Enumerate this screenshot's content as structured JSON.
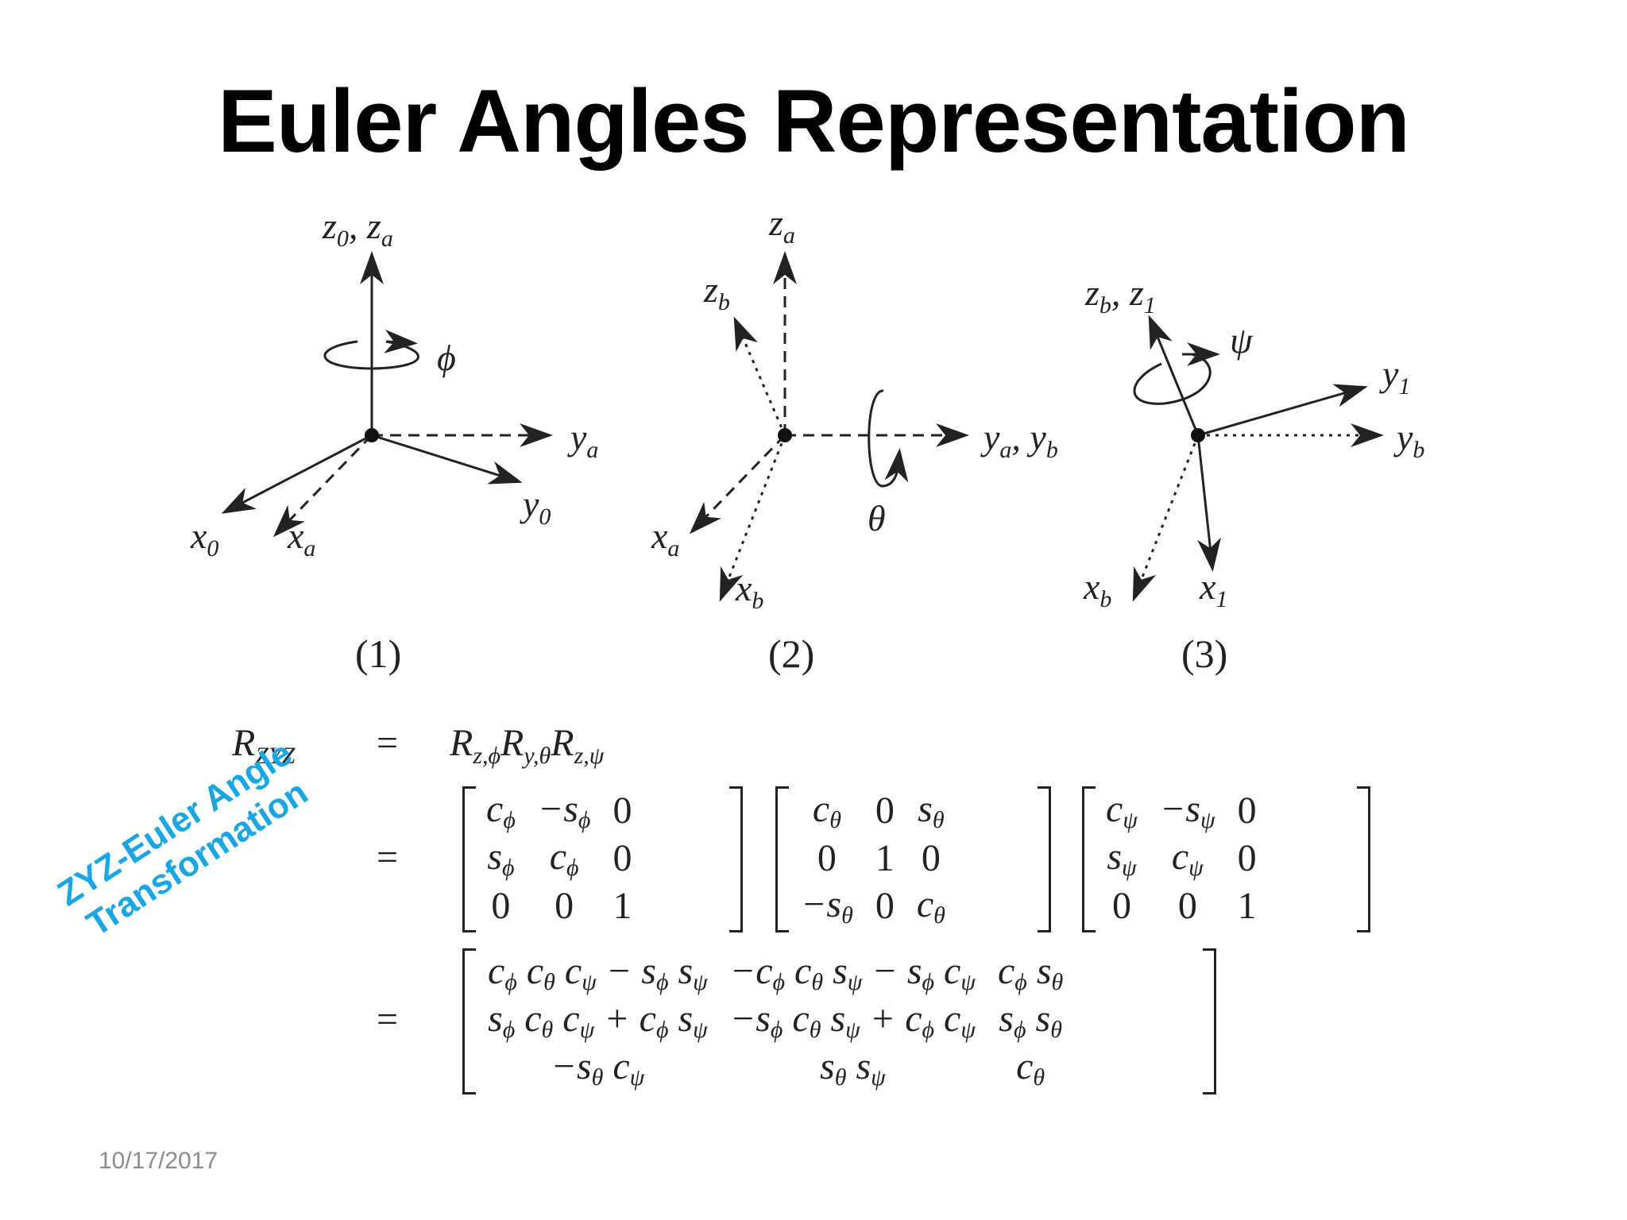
{
  "slide": {
    "title": "Euler Angles Representation",
    "date": "10/17/2017",
    "stamp_line1": "ZYZ-Euler Angle",
    "stamp_line2": "Transformation",
    "stamp_color": "#19a6e3"
  },
  "figures": {
    "fig1": {
      "caption": "(1)",
      "labels": {
        "z_top": "z",
        "z_top_sub": "0",
        "z_top2": "z",
        "z_top2_sub": "a",
        "angle": "ϕ",
        "y_a": "y",
        "y_a_sub": "a",
        "y_0": "y",
        "y_0_sub": "0",
        "x_0": "x",
        "x_0_sub": "0",
        "x_a": "x",
        "x_a_sub": "a"
      }
    },
    "fig2": {
      "caption": "(2)",
      "labels": {
        "z_a": "z",
        "z_a_sub": "a",
        "z_b": "z",
        "z_b_sub": "b",
        "y_ab": "y",
        "y_ab_sub1": "a",
        "y_ab_sub2": "b",
        "angle": "θ",
        "x_a": "x",
        "x_a_sub": "a",
        "x_b": "x",
        "x_b_sub": "b"
      }
    },
    "fig3": {
      "caption": "(3)",
      "labels": {
        "z": "z",
        "z_sub1": "b",
        "z_sub2": "1",
        "angle": "ψ",
        "y_1": "y",
        "y_1_sub": "1",
        "y_b": "y",
        "y_b_sub": "b",
        "x_b": "x",
        "x_b_sub": "b",
        "x_1": "x",
        "x_1_sub": "1"
      }
    }
  },
  "equation": {
    "lhs": "R",
    "lhs_sub": "ZYZ",
    "eq": "=",
    "rhs_terms": [
      {
        "base": "R",
        "sub": "z,ϕ"
      },
      {
        "base": "R",
        "sub": "y,θ"
      },
      {
        "base": "R",
        "sub": "z,ψ"
      }
    ],
    "matrix_z_phi": [
      [
        [
          "c",
          "ϕ"
        ],
        [
          "−s",
          "ϕ"
        ],
        [
          "0",
          ""
        ]
      ],
      [
        [
          "s",
          "ϕ"
        ],
        [
          "c",
          "ϕ"
        ],
        [
          "0",
          ""
        ]
      ],
      [
        [
          "0",
          ""
        ],
        [
          "0",
          ""
        ],
        [
          "1",
          ""
        ]
      ]
    ],
    "matrix_y_theta": [
      [
        [
          "c",
          "θ"
        ],
        [
          "0",
          ""
        ],
        [
          "s",
          "θ"
        ]
      ],
      [
        [
          "0",
          ""
        ],
        [
          "1",
          ""
        ],
        [
          "0",
          ""
        ]
      ],
      [
        [
          "−s",
          "θ"
        ],
        [
          "0",
          ""
        ],
        [
          "c",
          "θ"
        ]
      ]
    ],
    "matrix_z_psi": [
      [
        [
          "c",
          "ψ"
        ],
        [
          "−s",
          "ψ"
        ],
        [
          "0",
          ""
        ]
      ],
      [
        [
          "s",
          "ψ"
        ],
        [
          "c",
          "ψ"
        ],
        [
          "0",
          ""
        ]
      ],
      [
        [
          "0",
          ""
        ],
        [
          "0",
          ""
        ],
        [
          "1",
          ""
        ]
      ]
    ],
    "result": [
      [
        "c_ϕ c_θ c_ψ − s_ϕ s_ψ",
        "−c_ϕ c_θ s_ψ − s_ϕ c_ψ",
        "c_ϕ s_θ"
      ],
      [
        "s_ϕ c_θ c_ψ + c_ϕ s_ψ",
        "−s_ϕ c_θ s_ψ + c_ϕ c_ψ",
        "s_ϕ s_θ"
      ],
      [
        "−s_θ c_ψ",
        "s_θ s_ψ",
        "c_θ"
      ]
    ]
  }
}
